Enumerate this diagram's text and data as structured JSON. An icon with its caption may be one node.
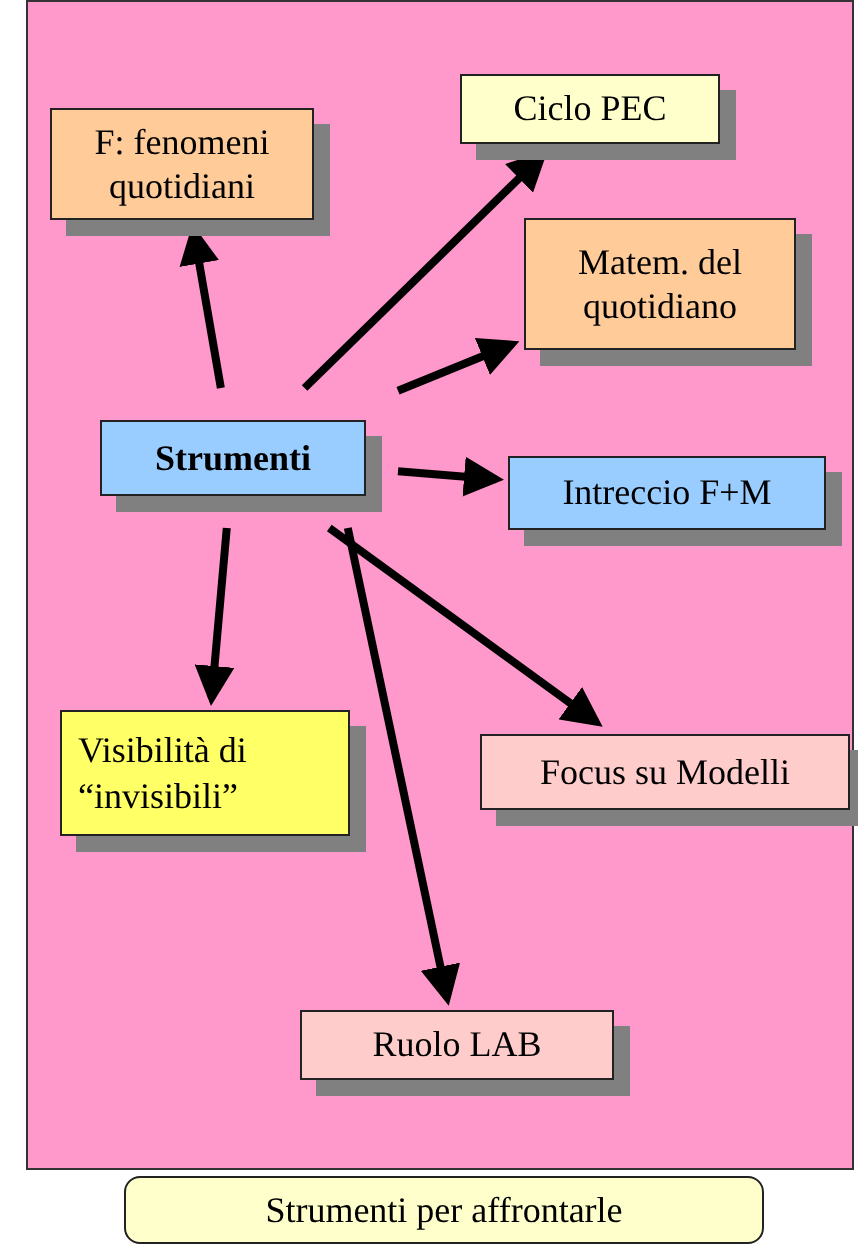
{
  "diagram": {
    "nodes": [
      {
        "text": [
          "Strumenti"
        ]
      },
      {
        "text": [
          "F: fenomeni quotidiani"
        ]
      },
      {
        "text": [
          "Ciclo PEC"
        ]
      },
      {
        "text": [
          "Matem. del quotidiano"
        ]
      },
      {
        "text": [
          "Intreccio F+M"
        ]
      },
      {
        "text": [
          "Visibilità di “invisibili”"
        ]
      },
      {
        "text": [
          "Focus su Modelli"
        ]
      },
      {
        "text": [
          "Ruolo LAB"
        ]
      },
      {
        "text": [
          "Strumenti per affrontarle"
        ]
      }
    ],
    "edges": [
      {
        "from": 0,
        "to": 1,
        "arrow": "to"
      },
      {
        "from": 0,
        "to": 2,
        "arrow": "to"
      },
      {
        "from": 0,
        "to": 3,
        "arrow": "to"
      },
      {
        "from": 0,
        "to": 4,
        "arrow": "to"
      },
      {
        "from": 0,
        "to": 5,
        "arrow": "to"
      },
      {
        "from": 0,
        "to": 6,
        "arrow": "to"
      },
      {
        "from": 0,
        "to": 7,
        "arrow": "to"
      }
    ]
  }
}
